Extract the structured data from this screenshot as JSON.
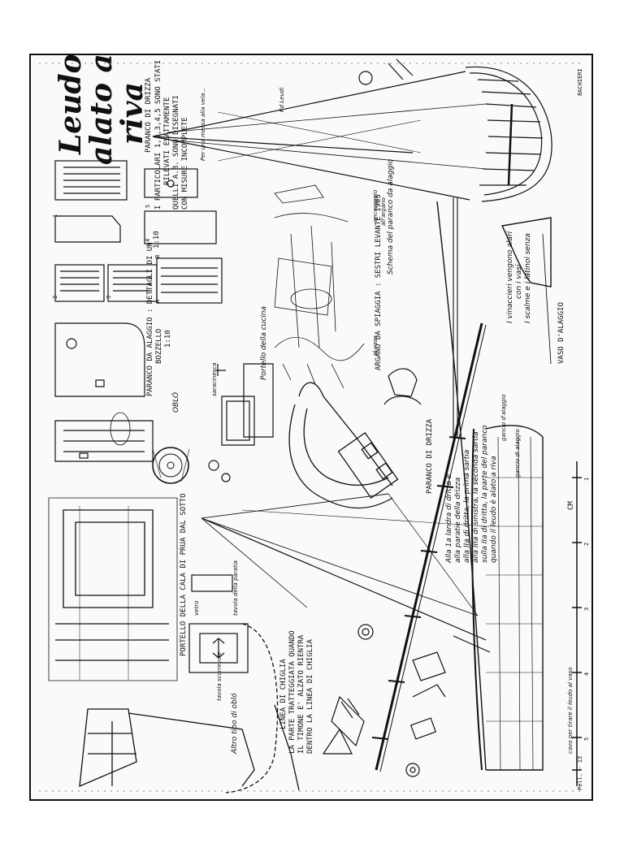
{
  "title": {
    "line1": "Leudo",
    "line2": "alato a",
    "line3": "riva"
  },
  "notes": {
    "paranco_di_drizza_heading": "PARANCO DI DRIZZA",
    "particolari_line1": "I PARTICOLARI 1,2,3,4,5 SONO STATI",
    "particolari_line2": "RILEVATI ESATTAMENTE",
    "particolari_line3": "QUELLI A.B. SONO DISEGNATI",
    "particolari_line4": "CON MISURE INCOMPLETE",
    "scale_1_10": "1:10",
    "paranco_alaggio_heading": "PARANCO DA ALAGGIO : DETTAGLI DI UN",
    "paranco_alaggio_sub": "BOZZELLO",
    "scale_1_10b": "1:10",
    "oblo": "OBLÓ",
    "portello_calla": "PORTELLO DELLA CALA DI PRUA DAL SOTTO",
    "vetro": "vetro",
    "tavola_paratia": "tavola della paratia",
    "tavola_scorrevole": "tavola scorrevole",
    "altro_tipo_oblo": "Altro tipo di obló",
    "linea_chiglia": "LINEA DI CHIGLIA",
    "parte_tratteggiata_1": "LA PARTE TRATTEGGIATA QUANDO",
    "parte_tratteggiata_2": "IL TIMONE E' ALZATO RIENTRA",
    "parte_tratteggiata_3": "DENTRO LA LINEA DI CHIGLIA",
    "argano_spiaggia": "ARGANO DA SPIAGGIA : SESTRI LEVANTE 1905",
    "schema_paranco": "Schema del paranco da alaggio",
    "ancoraggio": "ancoraggio",
    "all_argano": "all'argano",
    "al_vaso": "al vaso",
    "paranco_di_drizza_label": "PARANCO DI DRIZZA",
    "portello_della_cucina": "Portello della cucina",
    "saracinesca": "saracinesca",
    "gancio_alaggio_1": "gancio d'alaggio",
    "gancio_alaggio_2": "gancio di alaggio",
    "vaso_alaggio": "VASO D'ALAGGIO",
    "vinaccieri_1": "I vinaccieri vengono alari",
    "vinaccieri_2": "con i vasi",
    "vinaccieri_3": "I scalme e i latinoi senza",
    "cavo_riva": "cavo per tirare il leudo al vaso",
    "alla_1": "Alla 1a landra di dritta e",
    "alla_2": "alla paratie della drizza",
    "alla_3": "alla IIa di dritta, la prima sartia",
    "alla_4": "alla IIIa di sinistra, la seconda sartia",
    "alla_5": "sulla IIa di dritta, la parte del paranco",
    "alla_6": "quando il leudo è alato a riva",
    "per_una_messa": "Per una messa alla vela...",
    "ruote_note": "Kd Leudi",
    "cm_label": "CM",
    "scale_marks": [
      "1",
      "2",
      "3",
      "4",
      "5"
    ],
    "signature": "BACHIERI",
    "footer_ref": "Pell. - 13",
    "part_num_1": "1",
    "part_num_2": "2",
    "part_num_3": "3",
    "part_num_4": "4",
    "part_num_5": "5",
    "part_a": "A",
    "part_b": "B"
  }
}
